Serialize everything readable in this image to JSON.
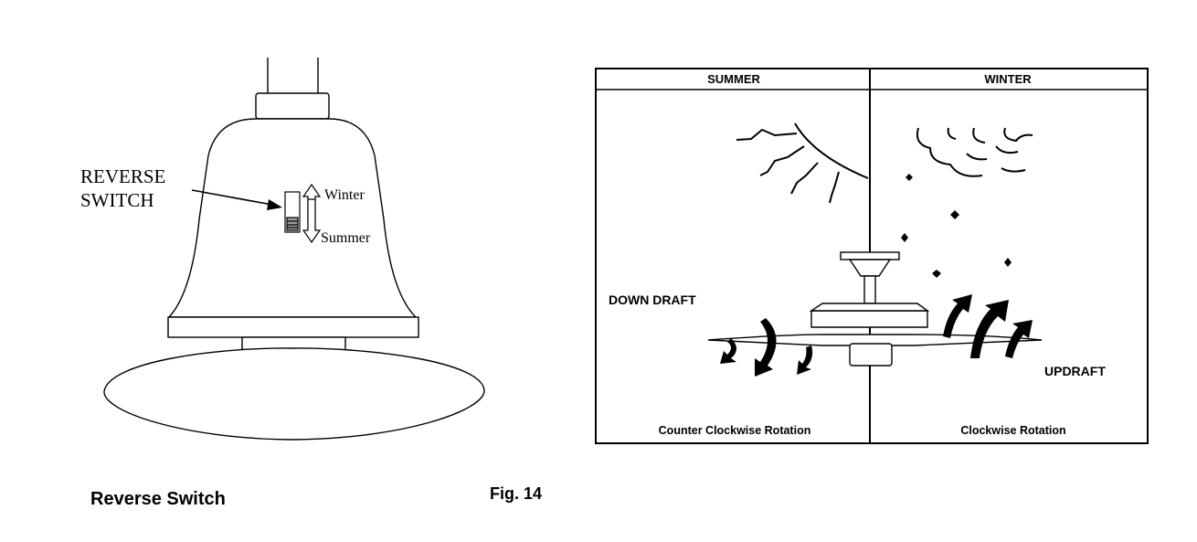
{
  "switch_figure": {
    "callout_line1": "REVERSE",
    "callout_line2": "SWITCH",
    "winter_label": "Winter",
    "summer_label": "Summer"
  },
  "seasons_panel": {
    "summer_header": "SUMMER",
    "winter_header": "WINTER",
    "down_draft_label": "DOWN DRAFT",
    "updraft_label": "UPDRAFT",
    "summer_rotation": "Counter Clockwise Rotation",
    "winter_rotation": "Clockwise Rotation"
  },
  "captions": {
    "reverse_switch": "Reverse Switch",
    "figure_number": "Fig. 14"
  }
}
